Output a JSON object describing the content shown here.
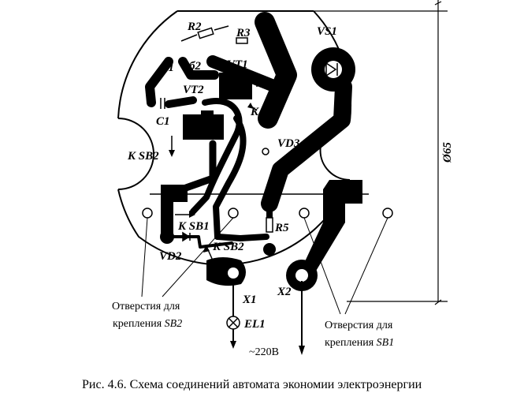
{
  "labels": {
    "r2": "R2",
    "r3": "R3",
    "vs1": "VS1",
    "vt1": "VT1",
    "vt2": "VT2",
    "b1": "б1",
    "b2": "б2",
    "c1": "C1",
    "k_r": "K R",
    "k_sb2_left": "K SB2",
    "vd3": "VD3",
    "k_sb1": "K SB1",
    "r5": "R5",
    "k_sb2_bottom": "K SB2",
    "vd2": "VD2",
    "x1": "X1",
    "x2": "X2",
    "el1": "EL1",
    "voltage": "~220В",
    "dimension": "Ø65"
  },
  "notes": {
    "sb2_holes_line1": "Отверстия для",
    "sb2_holes_line2": "крепления ",
    "sb2_holes_ref": "SB2",
    "sb1_holes_line1": "Отверстия для",
    "sb1_holes_line2": "крепления ",
    "sb1_holes_ref": "SB1"
  },
  "caption": "Рис. 4.6. Схема соединений автомата экономии электроэнергии"
}
